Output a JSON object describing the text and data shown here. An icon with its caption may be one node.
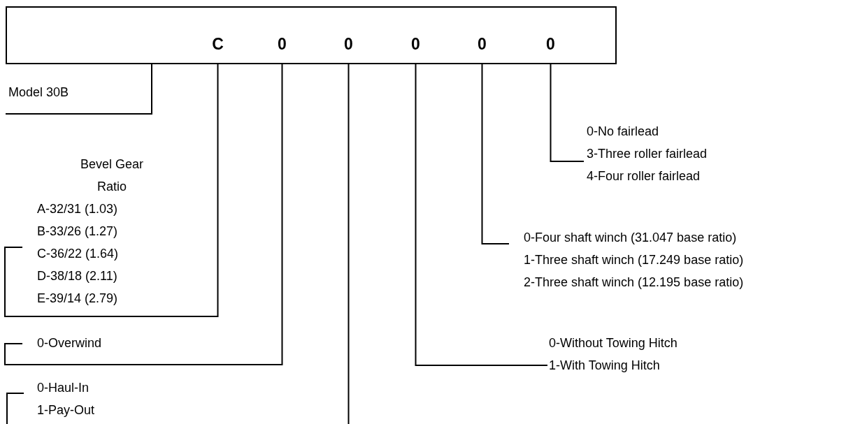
{
  "diagram": {
    "nodes": [
      {
        "text": [],
        "shape": "box"
      },
      {
        "text": [
          "C"
        ],
        "in": 0
      },
      {
        "text": [
          "0"
        ],
        "in": 0
      },
      {
        "text": [
          "0"
        ],
        "in": 0
      },
      {
        "text": [
          "0"
        ],
        "in": 0
      },
      {
        "text": [
          "0"
        ],
        "in": 0
      },
      {
        "text": [
          "0"
        ],
        "in": 0
      },
      {
        "text": [
          "Model 30B"
        ]
      },
      {
        "text": [
          "Bevel Gear Ratio",
          "A-32/31 (1.03)",
          "B-33/26 (1.27)",
          "C-36/22 (1.64)",
          "D-38/18 (2.11)",
          "E-39/14 (2.79)"
        ]
      },
      {
        "text": [
          "0-Overwind"
        ]
      },
      {
        "text": [
          "0-Haul-In",
          "1-Pay-Out"
        ]
      },
      {
        "text": [
          "0-Without Towing Hitch",
          "1-With Towing Hitch"
        ]
      },
      {
        "text": [
          "0-Four shaft winch (31.047 base ratio)",
          "1-Three shaft winch (17.249 base ratio)",
          "2-Three shaft winch (12.195 base ratio)"
        ]
      },
      {
        "text": [
          "0-No fairlead",
          "3-Three roller fairlead",
          "4-Four roller fairlead"
        ]
      }
    ],
    "edges": [
      {
        "from": 0,
        "to": 7,
        "arrow": "none"
      },
      {
        "from": 1,
        "to": 8,
        "arrow": "none"
      },
      {
        "from": 2,
        "to": 9,
        "arrow": "none"
      },
      {
        "from": 3,
        "to": 10,
        "arrow": "none"
      },
      {
        "from": 4,
        "to": 11,
        "arrow": "none"
      },
      {
        "from": 5,
        "to": 12,
        "arrow": "none"
      },
      {
        "from": 6,
        "to": 13,
        "arrow": "none"
      }
    ]
  }
}
